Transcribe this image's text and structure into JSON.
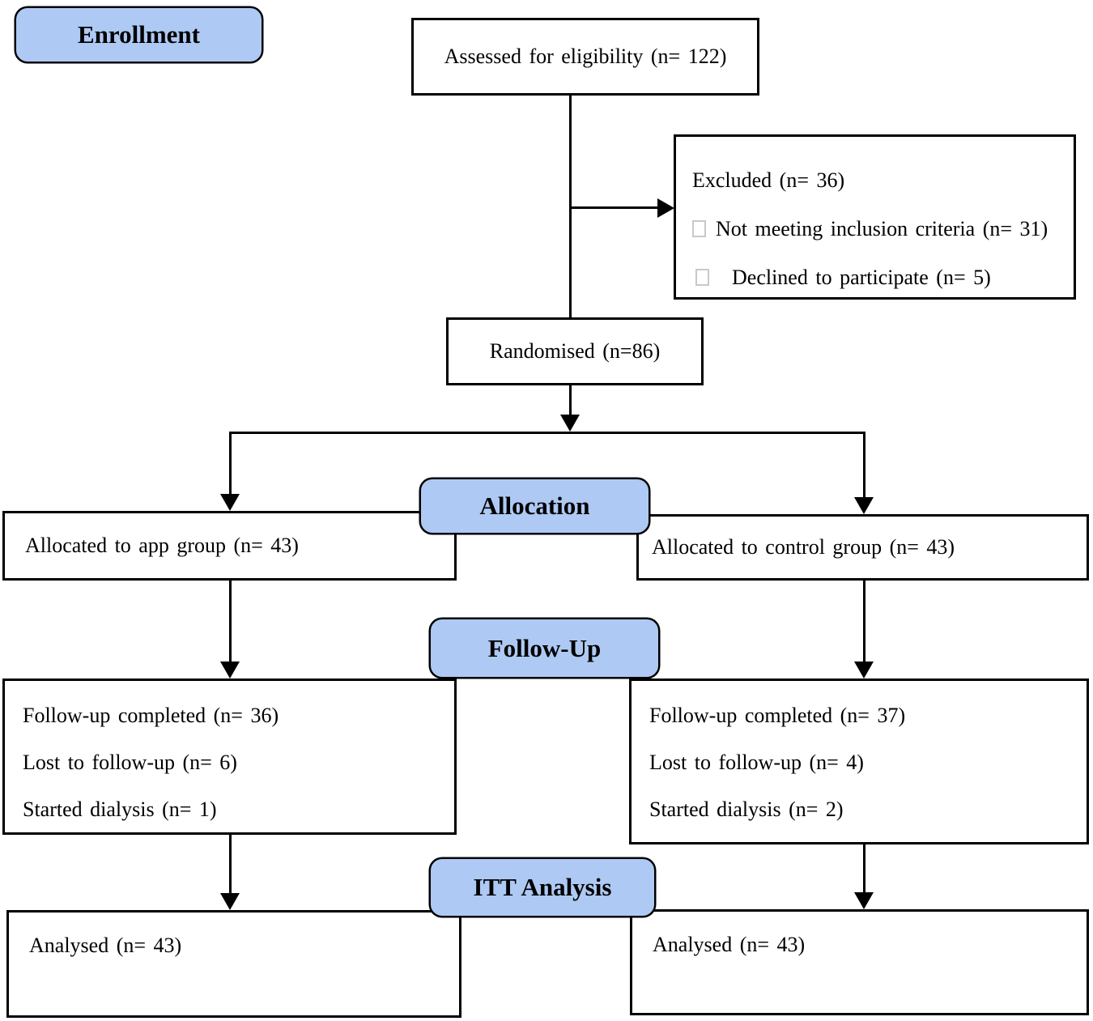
{
  "stages": {
    "enrollment": "Enrollment",
    "allocation": "Allocation",
    "follow_up": "Follow-Up",
    "itt": "ITT Analysis"
  },
  "enrollment": {
    "assessed": "Assessed for eligibility (n= 122)",
    "excluded_title": "Excluded (n= 36)",
    "excluded_reasons": [
      "Not meeting inclusion criteria (n= 31)",
      "Declined to participate (n= 5)"
    ],
    "randomised": "Randomised (n=86)"
  },
  "allocation": {
    "app_group": "Allocated to app group (n= 43)",
    "control_group": "Allocated to control group (n= 43)"
  },
  "follow_up": {
    "app_group": [
      "Follow-up completed (n= 36)",
      "Lost to follow-up (n= 6)",
      "Started dialysis (n= 1)"
    ],
    "control_group": [
      "Follow-up completed (n= 37)",
      "Lost to follow-up (n= 4)",
      "Started dialysis (n= 2)"
    ]
  },
  "itt_analysis": {
    "app_group": "Analysed (n= 43)",
    "control_group": "Analysed (n= 43)"
  },
  "colors": {
    "stage_fill": "#aec9f3",
    "line": "#000000",
    "box_bg": "#ffffff"
  }
}
